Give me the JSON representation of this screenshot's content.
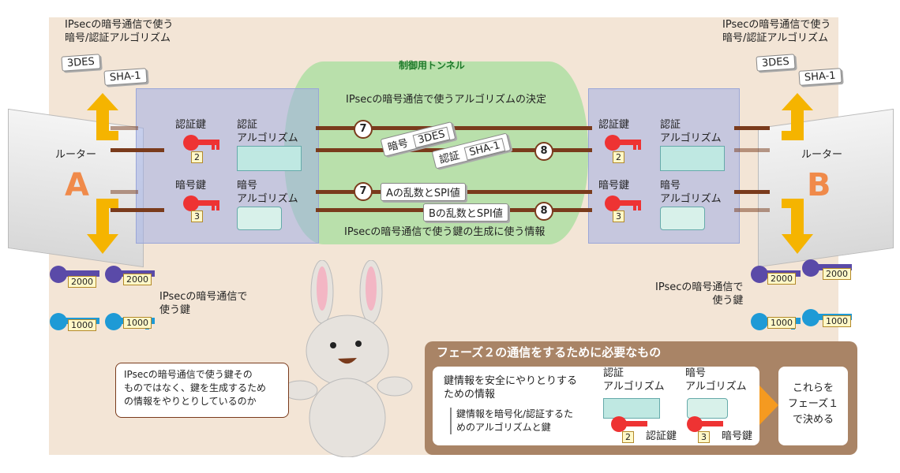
{
  "left": {
    "algo_title": "IPsecの暗号通信で使う\n暗号/認証アルゴリズム",
    "cards": [
      "3DES",
      "SHA-1"
    ],
    "router_label": "ルーター",
    "router_letter": "A",
    "auth_key_label": "認証鍵",
    "auth_key_num": "2",
    "auth_algo_label": "認証\nアルゴリズム",
    "enc_key_label": "暗号鍵",
    "enc_key_num": "3",
    "enc_algo_label": "暗号\nアルゴリズム",
    "keys_title": "IPsecの暗号通信で\n使う鍵",
    "key_tags": [
      "2000",
      "2000",
      "1000",
      "1000"
    ]
  },
  "right": {
    "algo_title": "IPsecの暗号通信で使う\n暗号/認証アルゴリズム",
    "cards": [
      "3DES",
      "SHA-1"
    ],
    "router_label": "ルーター",
    "router_letter": "B",
    "auth_key_label": "認証鍵",
    "auth_key_num": "2",
    "auth_algo_label": "認証\nアルゴリズム",
    "enc_key_label": "暗号鍵",
    "enc_key_num": "3",
    "enc_algo_label": "暗号\nアルゴリズム",
    "keys_title": "IPsecの暗号通信で\n使う鍵",
    "key_tags": [
      "2000",
      "2000",
      "1000",
      "1000"
    ]
  },
  "tunnel": {
    "label": "制御用トンネル",
    "top_caption": "IPsecの暗号通信で使うアルゴリズムの決定",
    "bottom_caption": "IPsecの暗号通信で使う鍵の生成に使う情報",
    "step7": "7",
    "step8": "8",
    "enc_label": "暗号",
    "enc_value": "3DES",
    "auth_label": "認証",
    "auth_value": "SHA-1",
    "msg_a": "Aの乱数とSPI値",
    "msg_b": "Bの乱数とSPI値"
  },
  "bubble": {
    "text": "IPsecの暗号通信で使う鍵その\nものではなく、鍵を生成するため\nの情報をやりとりしているのか"
  },
  "phase": {
    "title": "フェーズ２の通信をするために必要なもの",
    "main_text": "鍵情報を安全にやりとりする\nための情報",
    "sub_text": "鍵情報を暗号化/認証するた\nめのアルゴリズムと鍵",
    "auth_algo_label": "認証\nアルゴリズム",
    "enc_algo_label": "暗号\nアルゴリズム",
    "auth_key_label": "認証鍵",
    "auth_key_num": "2",
    "enc_key_label": "暗号鍵",
    "enc_key_num": "3",
    "decide_text": "これらを\nフェーズ１\nで決める"
  },
  "colors": {
    "arrow": "#f5b400",
    "line": "#7a3b1c",
    "tunnel": "#a6dd9c",
    "box": "#a0afe6",
    "phase": "#a98466"
  }
}
